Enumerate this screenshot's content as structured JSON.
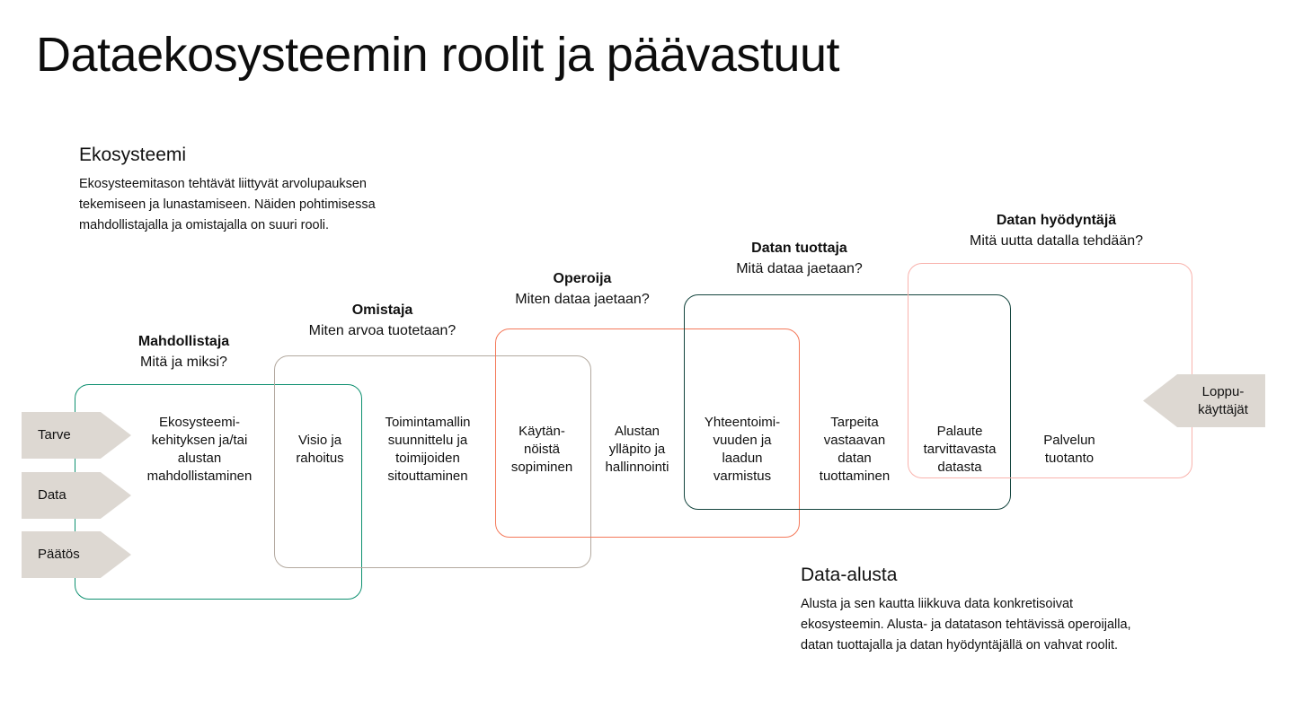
{
  "title": "Dataekosysteemin roolit ja päävastuut",
  "notes": {
    "ecosystem": {
      "heading": "Ekosysteemi",
      "body": "Ekosysteemitason tehtävät liittyvät arvolupauksen\ntekemiseen ja lunastamiseen. Näiden pohtimisessa\nmahdollistajalla ja omistajalla on suuri rooli."
    },
    "platform": {
      "heading": "Data-alusta",
      "body": "Alusta ja sen kautta liikkuva data konkretisoivat\nekosysteemin. Alusta- ja datatason tehtävissä operoijalla,\ndatan tuottajalla ja datan hyödyntäjällä on vahvat roolit."
    }
  },
  "roles": [
    {
      "name": "Mahdollistaja",
      "question": "Mitä ja miksi?",
      "color": "#0e9070"
    },
    {
      "name": "Omistaja",
      "question": "Miten arvoa tuotetaan?",
      "color": "#b3a99f"
    },
    {
      "name": "Operoija",
      "question": "Miten dataa jaetaan?",
      "color": "#f4795a"
    },
    {
      "name": "Datan tuottaja",
      "question": "Mitä dataa jaetaan?",
      "color": "#14453e"
    },
    {
      "name": "Datan hyödyntäjä",
      "question": "Mitä uutta datalla tehdään?",
      "color": "#f9b3ad"
    }
  ],
  "inputs": [
    {
      "label": "Tarve"
    },
    {
      "label": "Data"
    },
    {
      "label": "Päätös"
    }
  ],
  "output": {
    "label": "Loppu-\nkäyttäjät"
  },
  "tasks": [
    {
      "text": "Ekosysteemi-\nkehityksen ja/tai\nalustan\nmahdollistaminen"
    },
    {
      "text": "Visio ja\nrahoitus"
    },
    {
      "text": "Toimintamallin\nsuunnittelu ja\ntoimijoiden\nsitouttaminen"
    },
    {
      "text": "Käytän-\nnöistä\nsopiminen"
    },
    {
      "text": "Alustan\nylläpito ja\nhallinnointi"
    },
    {
      "text": "Yhteentoimi-\nvuuden ja\nlaadun\nvarmistus"
    },
    {
      "text": "Tarpeita\nvastaavan\ndatan\ntuottaminen"
    },
    {
      "text": "Palaute\ntarvittavasta\ndatasta"
    },
    {
      "text": "Palvelun\ntuotanto"
    }
  ],
  "palette": {
    "arrow_fill": "#ddd8d2",
    "text": "#111111",
    "background": "#ffffff"
  }
}
